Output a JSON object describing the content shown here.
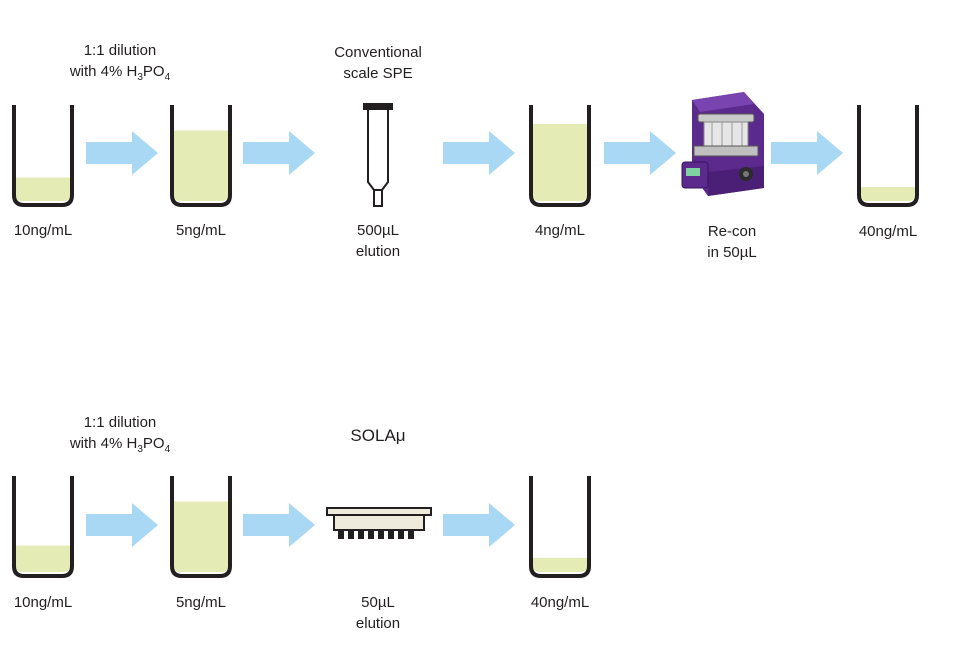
{
  "colors": {
    "liquid": "#e5ebb5",
    "arrow": "#a8d8f3",
    "outline": "#231f20",
    "evaporator": "#5b2a8c",
    "plate": "#efebdc"
  },
  "top_row": {
    "step1": {
      "dilution_line1": "1:1 dilution",
      "dilution_prefix": "with 4% H",
      "dilution_sub1": "3",
      "dilution_mid": "PO",
      "dilution_sub2": "4",
      "label": "10ng/mL",
      "fill_fraction": 0.25
    },
    "step2": {
      "label": "5ng/mL",
      "fill_fraction": 0.75
    },
    "spe": {
      "title_line1": "Conventional",
      "title_line2": "scale SPE",
      "label_line1": "500µL",
      "label_line2": "elution",
      "icon": "spe-cartridge-icon"
    },
    "step4": {
      "label": "4ng/mL",
      "fill_fraction": 0.82
    },
    "recon": {
      "label_line1": "Re-con",
      "label_line2": "in 50µL",
      "icon": "evaporator-icon"
    },
    "step6": {
      "label": "40ng/mL",
      "fill_fraction": 0.15
    }
  },
  "bottom_row": {
    "step1": {
      "dilution_line1": "1:1 dilution",
      "dilution_prefix": "with 4% H",
      "dilution_sub1": "3",
      "dilution_mid": "PO",
      "dilution_sub2": "4",
      "label": "10ng/mL",
      "fill_fraction": 0.28
    },
    "step2": {
      "label": "5ng/mL",
      "fill_fraction": 0.75
    },
    "sola": {
      "title": "SOLAμ",
      "label_line1": "50µL",
      "label_line2": "elution",
      "icon": "sola-plate-icon"
    },
    "step4": {
      "label": "40ng/mL",
      "fill_fraction": 0.15
    }
  }
}
